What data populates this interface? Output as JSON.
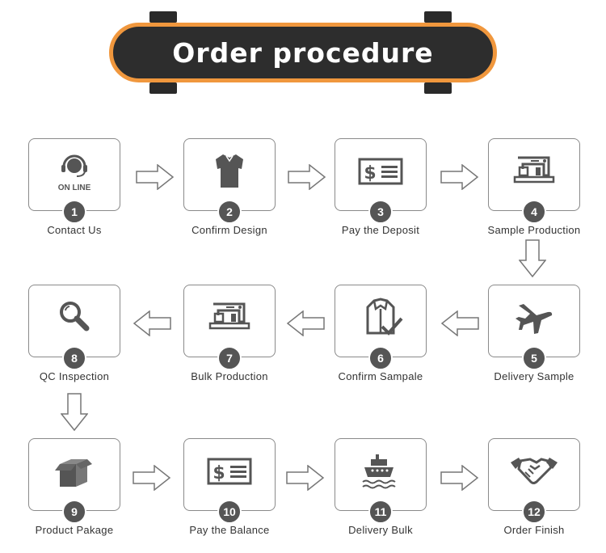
{
  "title": "Order procedure",
  "steps": [
    {
      "number": "1",
      "label": "Contact Us",
      "icon": "headset-online-icon",
      "icon_text": "ON LINE"
    },
    {
      "number": "2",
      "label": "Confirm Design",
      "icon": "polo-shirt-icon"
    },
    {
      "number": "3",
      "label": "Pay the Deposit",
      "icon": "money-bill-icon"
    },
    {
      "number": "4",
      "label": "Sample Production",
      "icon": "sewing-machine-icon"
    },
    {
      "number": "5",
      "label": "Delivery Sample",
      "icon": "airplane-icon"
    },
    {
      "number": "6",
      "label": "Confirm Sampale",
      "icon": "jacket-check-icon"
    },
    {
      "number": "7",
      "label": "Bulk Production",
      "icon": "sewing-machine-icon"
    },
    {
      "number": "8",
      "label": "QC Inspection",
      "icon": "magnifier-icon"
    },
    {
      "number": "9",
      "label": "Product Pakage",
      "icon": "box-icon"
    },
    {
      "number": "10",
      "label": "Pay the Balance",
      "icon": "money-bill-icon"
    },
    {
      "number": "11",
      "label": "Delivery Bulk",
      "icon": "ship-icon"
    },
    {
      "number": "12",
      "label": "Order Finish",
      "icon": "handshake-icon"
    }
  ],
  "colors": {
    "banner_border": "#f0973d",
    "banner_fill": "#2d2d2d",
    "icon": "#555555"
  }
}
